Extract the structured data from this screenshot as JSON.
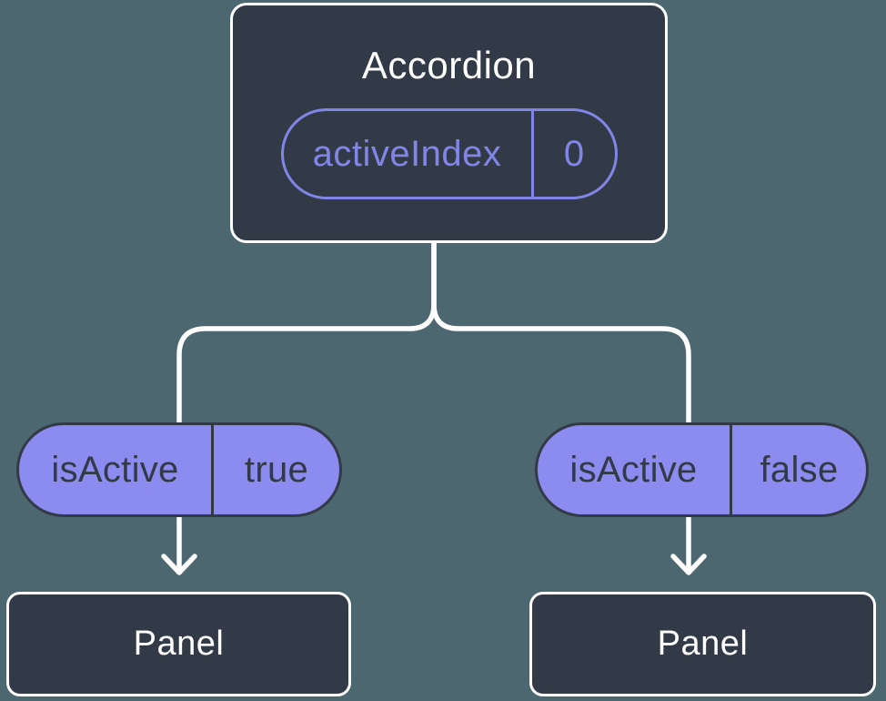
{
  "diagram": {
    "type": "component-tree",
    "colors": {
      "background": "#4D6770",
      "node_fill": "#333A47",
      "node_border": "#FFFFFF",
      "connector": "#FFFFFF",
      "pill_fill": "#8C8BF0",
      "pill_dark_text": "#333A47",
      "accent_purple": "#8285E8",
      "title_text": "#FFFFFF"
    },
    "root": {
      "title": "Accordion",
      "state_pill": {
        "label": "activeIndex",
        "value": "0"
      }
    },
    "children": [
      {
        "prop_pill": {
          "label": "isActive",
          "value": "true"
        },
        "node_title": "Panel"
      },
      {
        "prop_pill": {
          "label": "isActive",
          "value": "false"
        },
        "node_title": "Panel"
      }
    ]
  }
}
